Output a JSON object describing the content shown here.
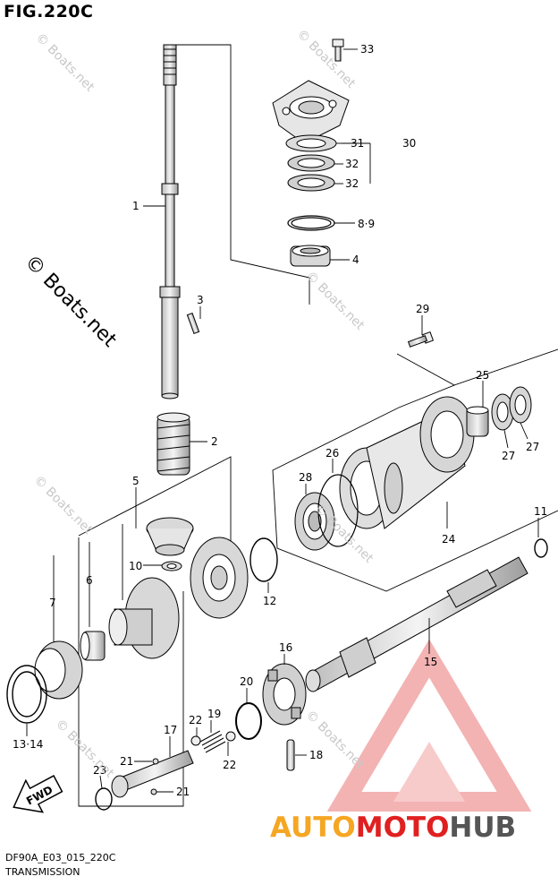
{
  "figure": {
    "title": "FIG.220C",
    "model_code": "DF90A_E03_015_220C",
    "section_name": "TRANSMISSION",
    "fwd_label": "FWD"
  },
  "watermark": {
    "small_text": "© Boats.net",
    "big_text": "© Boats.net"
  },
  "logo": {
    "part1": "AUTO",
    "part2": "MOTO",
    "part3": "HUB",
    "color1": "#f5a623",
    "color2": "#e02020",
    "color3": "#555555"
  },
  "callouts": [
    {
      "id": "c33",
      "text": "33"
    },
    {
      "id": "c31",
      "text": "31"
    },
    {
      "id": "c30",
      "text": "30"
    },
    {
      "id": "c32a",
      "text": "32"
    },
    {
      "id": "c32b",
      "text": "32"
    },
    {
      "id": "c89",
      "text": "8·9"
    },
    {
      "id": "c4",
      "text": "4"
    },
    {
      "id": "c1",
      "text": "1"
    },
    {
      "id": "c3",
      "text": "3"
    },
    {
      "id": "c2",
      "text": "2"
    },
    {
      "id": "c29",
      "text": "29"
    },
    {
      "id": "c25",
      "text": "25"
    },
    {
      "id": "c27a",
      "text": "27"
    },
    {
      "id": "c27b",
      "text": "27"
    },
    {
      "id": "c26",
      "text": "26"
    },
    {
      "id": "c28",
      "text": "28"
    },
    {
      "id": "c24",
      "text": "24"
    },
    {
      "id": "c5",
      "text": "5"
    },
    {
      "id": "c6",
      "text": "6"
    },
    {
      "id": "c7",
      "text": "7"
    },
    {
      "id": "c10",
      "text": "10"
    },
    {
      "id": "c12",
      "text": "12"
    },
    {
      "id": "c11",
      "text": "11"
    },
    {
      "id": "c15",
      "text": "15"
    },
    {
      "id": "c16",
      "text": "16"
    },
    {
      "id": "c20",
      "text": "20"
    },
    {
      "id": "c22a",
      "text": "22"
    },
    {
      "id": "c19",
      "text": "19"
    },
    {
      "id": "c22b",
      "text": "22"
    },
    {
      "id": "c17",
      "text": "17"
    },
    {
      "id": "c21a",
      "text": "21"
    },
    {
      "id": "c21b",
      "text": "21"
    },
    {
      "id": "c23",
      "text": "23"
    },
    {
      "id": "c18",
      "text": "18"
    },
    {
      "id": "c1314",
      "text": "13·14"
    }
  ]
}
